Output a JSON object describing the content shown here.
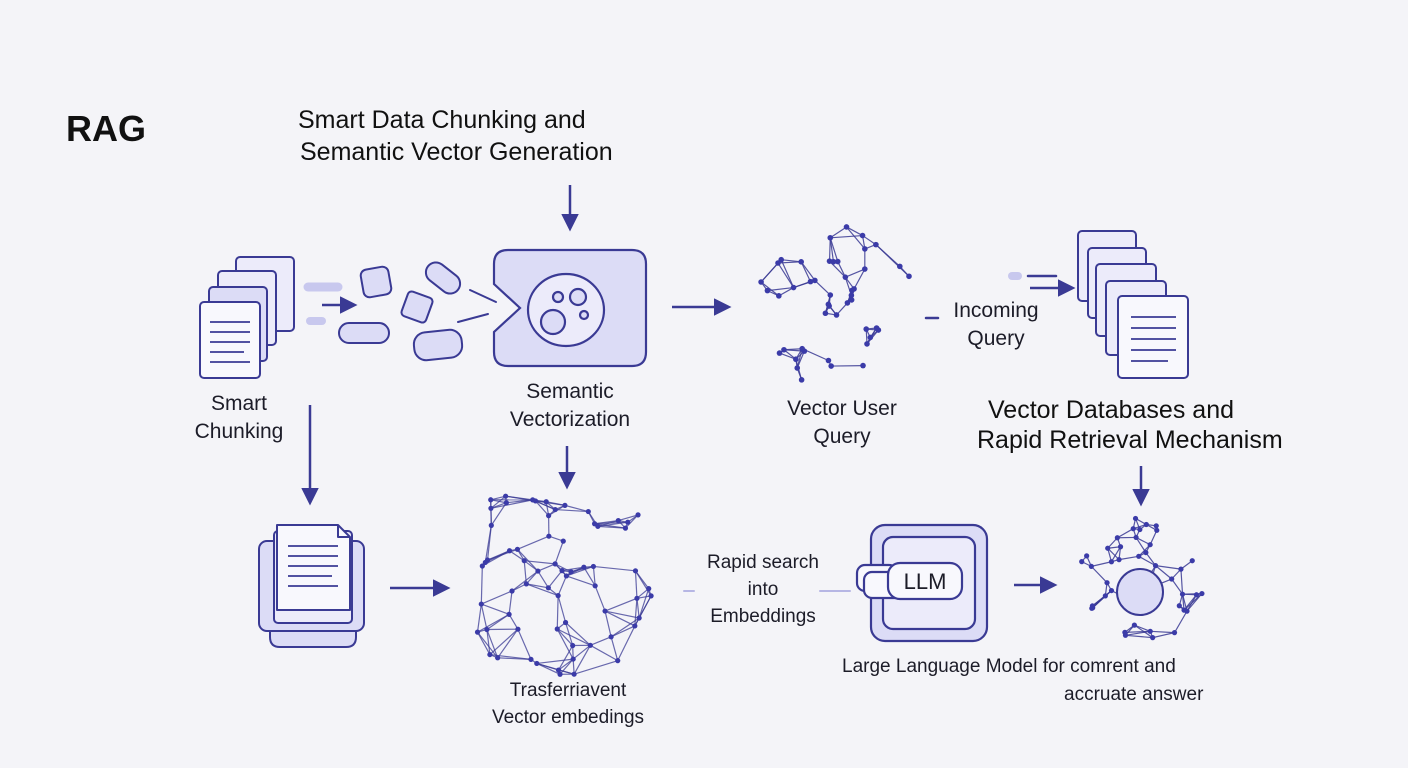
{
  "title": "RAG",
  "headings": {
    "chunking_vector_generation": [
      "Smart Data Chunking and",
      "Semantic Vector Generation"
    ],
    "vector_databases": [
      "Vector Databases and",
      "Rapid Retrieval Mechanism"
    ]
  },
  "labels": {
    "smart_chunking": [
      "Smart",
      "Chunking"
    ],
    "semantic_vectorization": [
      "Semantic",
      "Vectorization"
    ],
    "vector_user_query": [
      "Vector User",
      "Query"
    ],
    "incoming_query": [
      "Incoming",
      "Query"
    ],
    "transferriavent_embeddings": [
      "Trasferriavent",
      "Vector embedings"
    ],
    "rapid_search": [
      "Rapid search",
      "into",
      "Embeddings"
    ],
    "llm_badge": "LLM",
    "llm_caption": [
      "Large Language Model for comrent and",
      "accruate answer"
    ]
  },
  "colors": {
    "background": "#f4f4f8",
    "stroke": "#3a3a94",
    "fill": "#dcdcf6",
    "fill_light": "#ecebfa",
    "node": "#3b3ba8",
    "muted_line": "#b6b6e4"
  },
  "icons": [
    "document-stack-icon",
    "chunk-shapes-icon",
    "semantic-vectorizer-icon",
    "vector-mesh-icon",
    "incoming-document-stack-icon",
    "stacked-document-icon",
    "embedding-mesh-icon",
    "llm-chip-icon",
    "answer-sphere-icon"
  ]
}
